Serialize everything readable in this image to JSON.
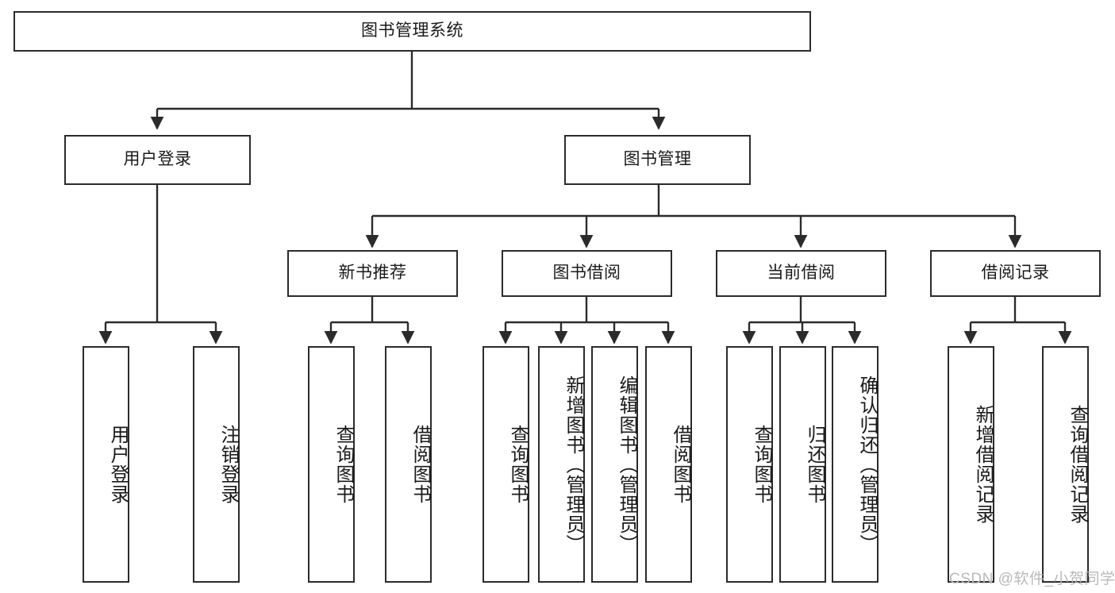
{
  "diagram": {
    "type": "tree-hierarchy",
    "title": "图书管理系统",
    "root": {
      "id": "root",
      "label": "图书管理系统"
    },
    "level2": [
      {
        "id": "user-login",
        "label": "用户登录"
      },
      {
        "id": "book-manage",
        "label": "图书管理"
      }
    ],
    "level3": [
      {
        "id": "new-book-recommend",
        "label": "新书推荐",
        "parent": "book-manage"
      },
      {
        "id": "book-borrow",
        "label": "图书借阅",
        "parent": "book-manage"
      },
      {
        "id": "current-borrow",
        "label": "当前借阅",
        "parent": "book-manage"
      },
      {
        "id": "borrow-record",
        "label": "借阅记录",
        "parent": "book-manage"
      }
    ],
    "leaves": {
      "user_login": [
        {
          "id": "leaf-user-login",
          "label": "用户登录"
        },
        {
          "id": "leaf-logout",
          "label": "注销登录"
        }
      ],
      "new_book_recommend": [
        {
          "id": "leaf-query-book-1",
          "label": "查询图书"
        },
        {
          "id": "leaf-borrow-book-1",
          "label": "借阅图书"
        }
      ],
      "book_borrow": [
        {
          "id": "leaf-query-book-2",
          "label": "查询图书"
        },
        {
          "id": "leaf-add-book",
          "label": "新增图书（管理员）"
        },
        {
          "id": "leaf-edit-book",
          "label": "编辑图书（管理员）"
        },
        {
          "id": "leaf-borrow-book-2",
          "label": "借阅图书"
        }
      ],
      "current_borrow": [
        {
          "id": "leaf-query-book-3",
          "label": "查询图书"
        },
        {
          "id": "leaf-return-book",
          "label": "归还图书"
        },
        {
          "id": "leaf-confirm-return",
          "label": "确认归还（管理员）"
        }
      ],
      "borrow_record": [
        {
          "id": "leaf-add-record",
          "label": "新增借阅记录"
        },
        {
          "id": "leaf-query-record",
          "label": "查询借阅记录"
        }
      ]
    },
    "colors": {
      "stroke": "#2b2b2b",
      "fill": "#ffffff",
      "text": "#1a1a1a",
      "watermark": "#b9b9b9"
    }
  },
  "watermark": {
    "text": "CSDN @软件_小贺同学"
  }
}
